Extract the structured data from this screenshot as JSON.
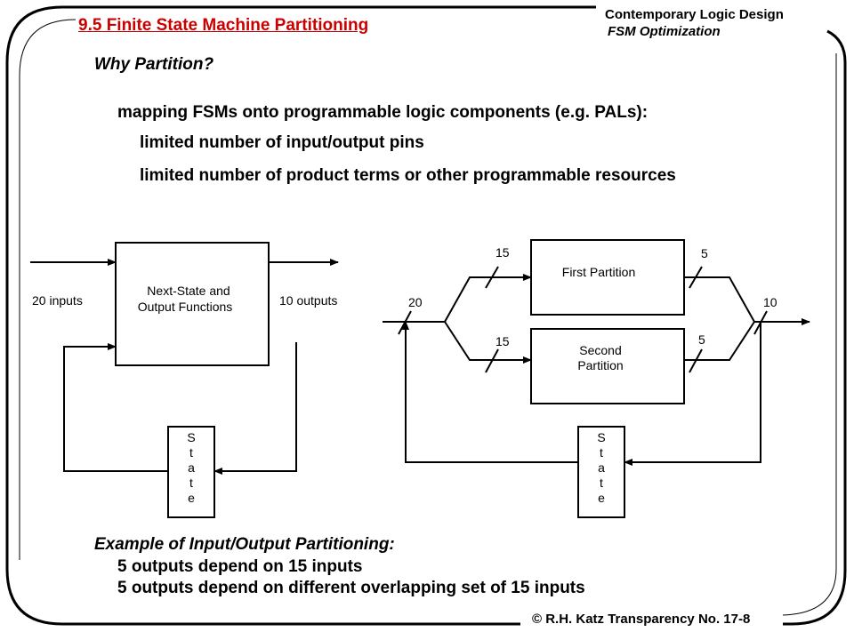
{
  "title": "9.5  Finite State Machine Partitioning",
  "header": {
    "line1": "Contemporary Logic Design",
    "line2": "FSM Optimization"
  },
  "why": "Why Partition?",
  "bullets": {
    "main": "mapping FSMs onto programmable logic components (e.g. PALs):",
    "sub1": "limited number of input/output pins",
    "sub2": "limited number of product terms or other programmable resources"
  },
  "left_diagram": {
    "inputs_label": "20 inputs",
    "outputs_label": "10 outputs",
    "box_line1": "Next-State and",
    "box_line2": "Output Functions",
    "state_letters": [
      "S",
      "t",
      "a",
      "t",
      "e"
    ]
  },
  "right_diagram": {
    "in_count": "20",
    "branch_top": "15",
    "branch_bottom": "15",
    "first_partition": "First Partition",
    "second_line1": "Second",
    "second_line2": "Partition",
    "out_top": "5",
    "out_bottom": "5",
    "out_count": "10",
    "state_letters": [
      "S",
      "t",
      "a",
      "t",
      "e"
    ]
  },
  "example": {
    "heading": "Example of Input/Output Partitioning:",
    "line1": "5 outputs depend on 15 inputs",
    "line2": "5 outputs depend on different overlapping set of 15 inputs"
  },
  "footer": "© R.H. Katz   Transparency No. 17-8"
}
